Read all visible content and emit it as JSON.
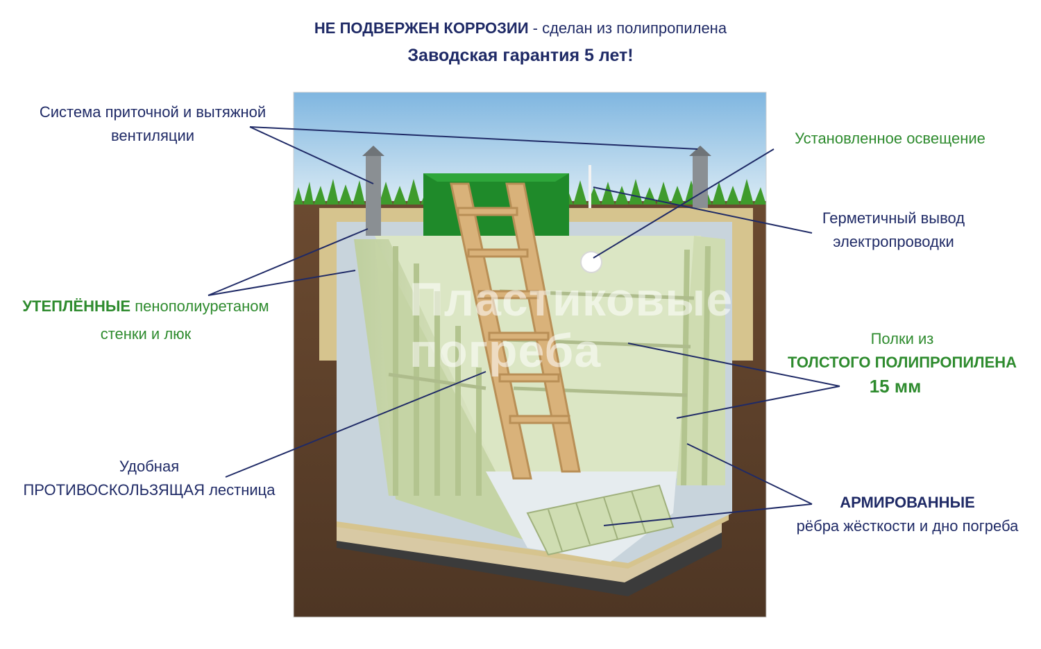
{
  "header": {
    "line1_bold": "НЕ ПОДВЕРЖЕН КОРРОЗИИ",
    "line1_rest": "  - сделан из полипропилена",
    "line2": "Заводская гарантия 5 лет!"
  },
  "labels": {
    "ventilation_line1": "Система приточной и вытяжной",
    "ventilation_line2": "вентиляции",
    "lighting": "Установленное освещение",
    "wiring_line1": "Герметичный вывод",
    "wiring_line2": "электропроводки",
    "insulation_bold": "УТЕПЛЁННЫЕ",
    "insulation_rest": " пенополиуретаном",
    "insulation_line2": "стенки и люк",
    "shelves_line1": "Полки из",
    "shelves_line2": "ТОЛСТОГО ПОЛИПРОПИЛЕНА",
    "shelves_line3": "15 мм",
    "ladder_line1": "Удобная",
    "ladder_bold": "ПРОТИВОСКОЛЬЗЯЩАЯ",
    "ladder_rest": " лестница",
    "ribs_line1": "АРМИРОВАННЫЕ",
    "ribs_line2": "рёбра жёсткости и дно погреба"
  },
  "watermark": {
    "line1": "Пластиковые",
    "line2": "погреба"
  },
  "colors": {
    "navy": "#1f2a66",
    "green": "#2e8b2e",
    "sky": "#9cc7e6",
    "soil": "#5a3f2b",
    "cellar": "#cfdcb4",
    "hatch": "#1f8a2a",
    "ladder": "#d9b27a",
    "concrete": "#c9d3da"
  }
}
